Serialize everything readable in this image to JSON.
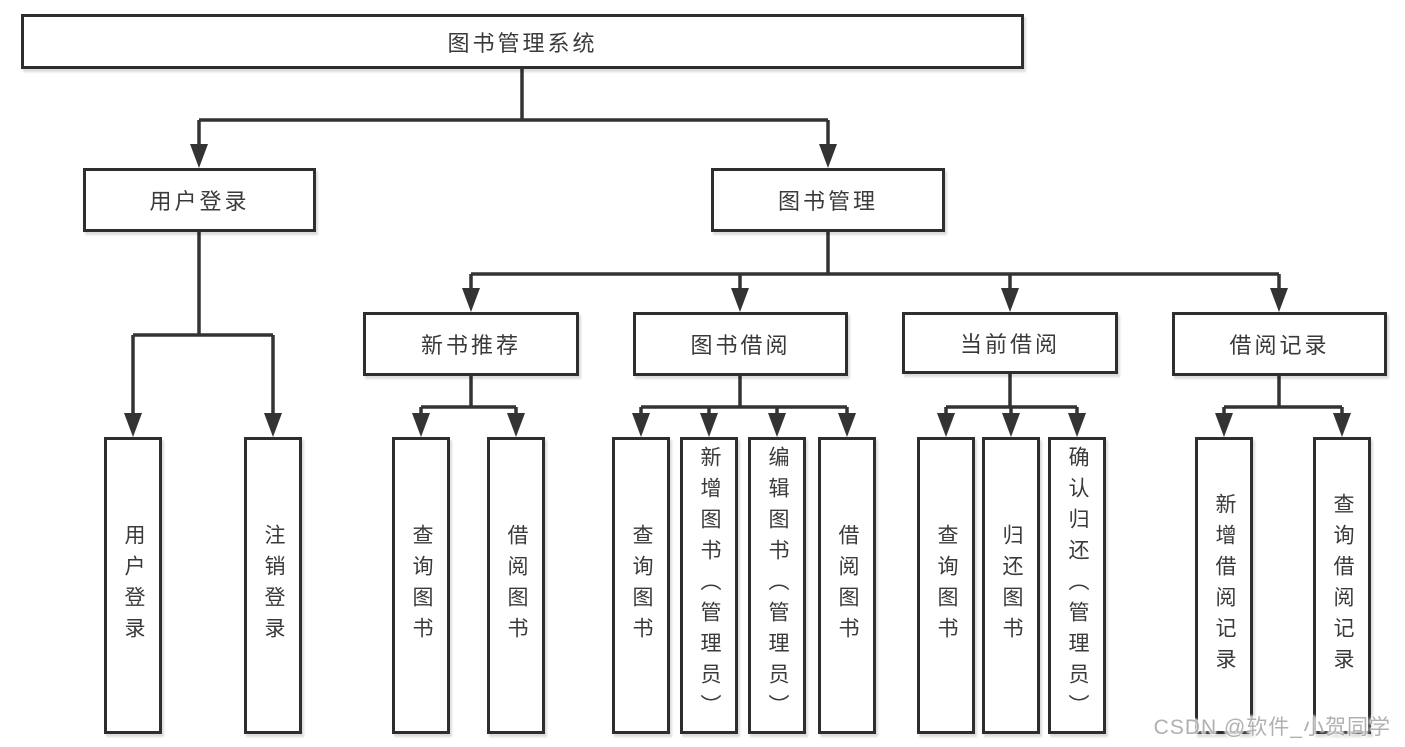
{
  "tree": {
    "root": {
      "label": "图书管理系统",
      "children": [
        {
          "label": "用户登录",
          "children": [
            {
              "label": "用户登录"
            },
            {
              "label": "注销登录"
            }
          ]
        },
        {
          "label": "图书管理",
          "children": [
            {
              "label": "新书推荐",
              "children": [
                {
                  "label": "查询图书"
                },
                {
                  "label": "借阅图书"
                }
              ]
            },
            {
              "label": "图书借阅",
              "children": [
                {
                  "label": "查询图书"
                },
                {
                  "label": "新增图书（管理员）"
                },
                {
                  "label": "编辑图书（管理员）"
                },
                {
                  "label": "借阅图书"
                }
              ]
            },
            {
              "label": "当前借阅",
              "children": [
                {
                  "label": "查询图书"
                },
                {
                  "label": "归还图书"
                },
                {
                  "label": "确认归还（管理员）"
                }
              ]
            },
            {
              "label": "借阅记录",
              "children": [
                {
                  "label": "新增借阅记录"
                },
                {
                  "label": "查询借阅记录"
                }
              ]
            }
          ]
        }
      ]
    }
  },
  "watermark": {
    "text": "CSDN @软件_小贺同学"
  },
  "colors": {
    "line": "#333333",
    "box_border": "#2e2e2e",
    "text": "#3a3a3a",
    "watermark": "#b0b0b0",
    "background": "#ffffff"
  }
}
